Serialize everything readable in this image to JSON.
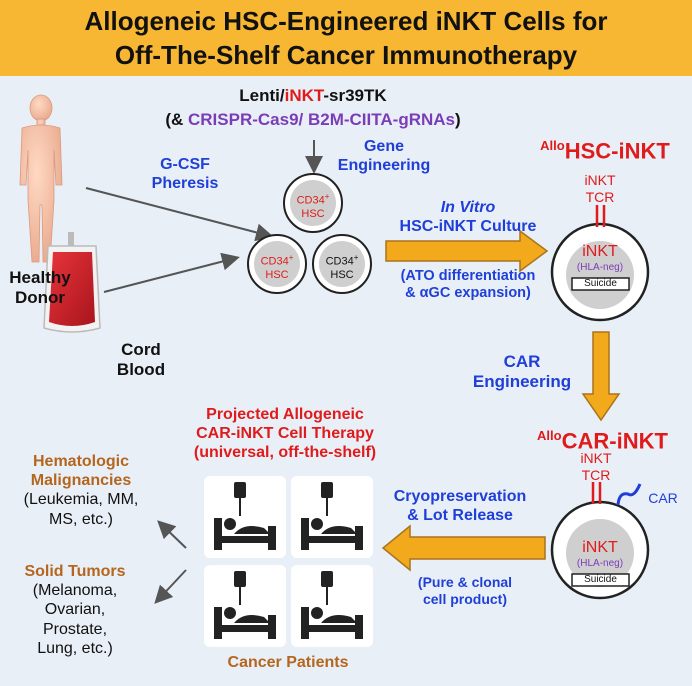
{
  "title": {
    "line1": "Allogeneic HSC-Engineered iNKT Cells for",
    "line2": "Off-The-Shelf Cancer Immunotherapy"
  },
  "vector": {
    "lenti_pre": "Lenti/",
    "lenti_inkt": "iNKT",
    "lenti_post": "-sr39TK",
    "crispr_open": "(& ",
    "crispr_text": "CRISPR-Cas9/ B2M-CIITA-gRNAs",
    "crispr_close": ")"
  },
  "sources": {
    "gcsf_line1": "G-CSF",
    "gcsf_line2": "Pheresis",
    "donor_line1": "Healthy",
    "donor_line2": "Donor",
    "cord_line1": "Cord",
    "cord_line2": "Blood"
  },
  "gene_engineering": {
    "line1": "Gene",
    "line2": "Engineering"
  },
  "hsc_cells": [
    {
      "marker": "CD34",
      "sup": "+",
      "label": "HSC",
      "color": "#e01b1b"
    },
    {
      "marker": "CD34",
      "sup": "+",
      "label": "HSC",
      "color": "#e01b1b"
    },
    {
      "marker": "CD34",
      "sup": "+",
      "label": "HSC",
      "color": "#111111"
    }
  ],
  "culture": {
    "line1": "In Vitro",
    "line2": "HSC-iNKT Culture",
    "line3": "(ATO differentiation",
    "line4": "& αGC expansion)"
  },
  "hsc_inkt": {
    "prefix": "Allo",
    "name": "HSC-iNKT",
    "tcr_line1": "iNKT",
    "tcr_line2": "TCR",
    "nucleus": "iNKT",
    "hla": "(HLA-neg)",
    "suicide": "Suicide"
  },
  "car_engineering": {
    "line1": "CAR",
    "line2": "Engineering"
  },
  "car_inkt": {
    "prefix": "Allo",
    "name": "CAR-iNKT",
    "tcr_line1": "iNKT",
    "tcr_line2": "TCR",
    "car_label": "CAR",
    "nucleus": "iNKT",
    "hla": "(HLA-neg)",
    "suicide": "Suicide"
  },
  "cryo": {
    "line1": "Cryopreservation",
    "line2": "& Lot Release",
    "line3": "(Pure & clonal",
    "line4": "cell product)"
  },
  "therapy": {
    "line1": "Projected Allogeneic",
    "line2": "CAR-iNKT Cell Therapy",
    "line3": "(universal, off-the-shelf)"
  },
  "patients_label": "Cancer Patients",
  "hematologic": {
    "line1": "Hematologic",
    "line2": "Malignancies",
    "line3": "(Leukemia, MM,",
    "line4": "MS, etc.)"
  },
  "solid": {
    "line1": "Solid Tumors",
    "line2": "(Melanoma,",
    "line3": "Ovarian,",
    "line4": "Prostate,",
    "line5": "Lung, etc.)"
  },
  "colors": {
    "banner": "#f7b733",
    "background": "#e9eff7",
    "arrow_orange": "#f3a91c",
    "blue_text": "#1f3fd8",
    "red_text": "#e01b1b",
    "brown_text": "#b5661e",
    "blood": "#c81d25"
  },
  "icons": [
    "human-silhouette-icon",
    "blood-bag-icon",
    "hospital-bed-icon"
  ]
}
